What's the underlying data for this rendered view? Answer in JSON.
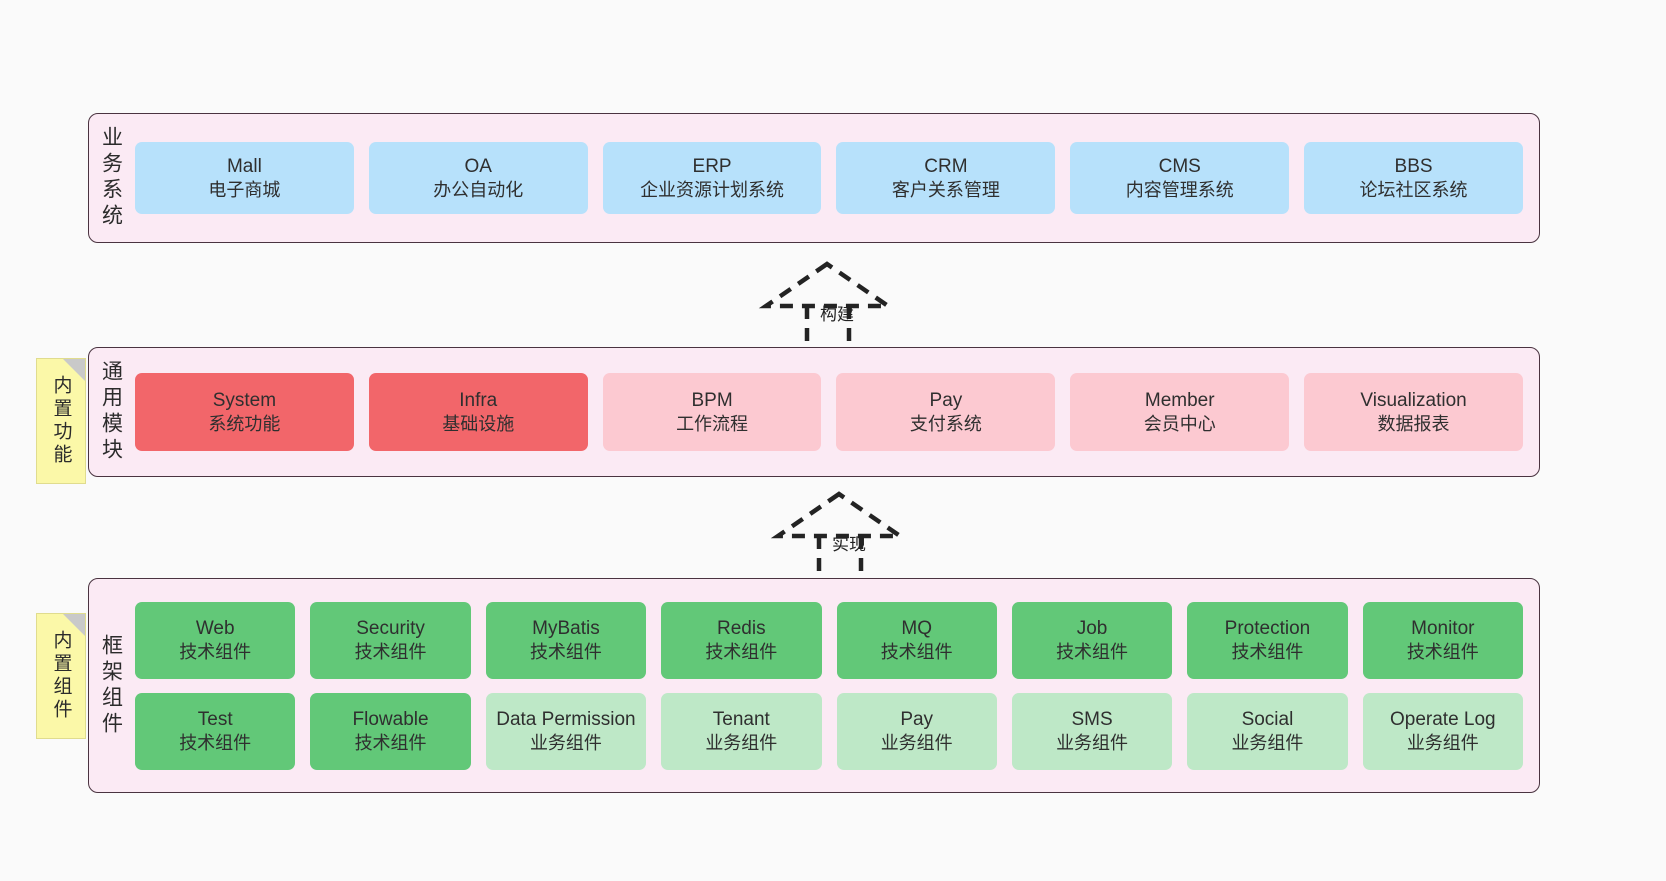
{
  "diagram": {
    "background": "#fafafa",
    "accent_container": "#fbeaf4",
    "note_color": "#fbf8a8"
  },
  "layers": [
    {
      "id": "business-system",
      "label": "业务系统",
      "rows": [
        [
          {
            "t1": "Mall",
            "t2": "电子商城",
            "color": "#b7e1fb"
          },
          {
            "t1": "OA",
            "t2": "办公自动化",
            "color": "#b7e1fb"
          },
          {
            "t1": "ERP",
            "t2": "企业资源计划系统",
            "color": "#b7e1fb"
          },
          {
            "t1": "CRM",
            "t2": "客户关系管理",
            "color": "#b7e1fb"
          },
          {
            "t1": "CMS",
            "t2": "内容管理系统",
            "color": "#b7e1fb"
          },
          {
            "t1": "BBS",
            "t2": "论坛社区系统",
            "color": "#b7e1fb"
          }
        ]
      ]
    },
    {
      "id": "common-module",
      "label": "通用模块",
      "note": "内置功能",
      "rows": [
        [
          {
            "t1": "System",
            "t2": "系统功能",
            "color": "#f2666a"
          },
          {
            "t1": "Infra",
            "t2": "基础设施",
            "color": "#f2666a"
          },
          {
            "t1": "BPM",
            "t2": "工作流程",
            "color": "#fcc9d1"
          },
          {
            "t1": "Pay",
            "t2": "支付系统",
            "color": "#fcc9d1"
          },
          {
            "t1": "Member",
            "t2": "会员中心",
            "color": "#fcc9d1"
          },
          {
            "t1": "Visualization",
            "t2": "数据报表",
            "color": "#fcc9d1"
          }
        ]
      ]
    },
    {
      "id": "framework-component",
      "label": "框架组件",
      "note": "内置组件",
      "rows": [
        [
          {
            "t1": "Web",
            "t2": "技术组件",
            "color": "#62c878"
          },
          {
            "t1": "Security",
            "t2": "技术组件",
            "color": "#62c878"
          },
          {
            "t1": "MyBatis",
            "t2": "技术组件",
            "color": "#62c878"
          },
          {
            "t1": "Redis",
            "t2": "技术组件",
            "color": "#62c878"
          },
          {
            "t1": "MQ",
            "t2": "技术组件",
            "color": "#62c878"
          },
          {
            "t1": "Job",
            "t2": "技术组件",
            "color": "#62c878"
          },
          {
            "t1": "Protection",
            "t2": "技术组件",
            "color": "#62c878"
          },
          {
            "t1": "Monitor",
            "t2": "技术组件",
            "color": "#62c878"
          }
        ],
        [
          {
            "t1": "Test",
            "t2": "技术组件",
            "color": "#62c878"
          },
          {
            "t1": "Flowable",
            "t2": "技术组件",
            "color": "#62c878"
          },
          {
            "t1": "Data Permission",
            "t2": "业务组件",
            "color": "#bee8c7"
          },
          {
            "t1": "Tenant",
            "t2": "业务组件",
            "color": "#bee8c7"
          },
          {
            "t1": "Pay",
            "t2": "业务组件",
            "color": "#bee8c7"
          },
          {
            "t1": "SMS",
            "t2": "业务组件",
            "color": "#bee8c7"
          },
          {
            "t1": "Social",
            "t2": "业务组件",
            "color": "#bee8c7"
          },
          {
            "t1": "Operate Log",
            "t2": "业务组件",
            "color": "#bee8c7"
          }
        ]
      ]
    }
  ],
  "connectors": [
    {
      "id": "build",
      "label": "构建"
    },
    {
      "id": "implement",
      "label": "实现"
    }
  ]
}
